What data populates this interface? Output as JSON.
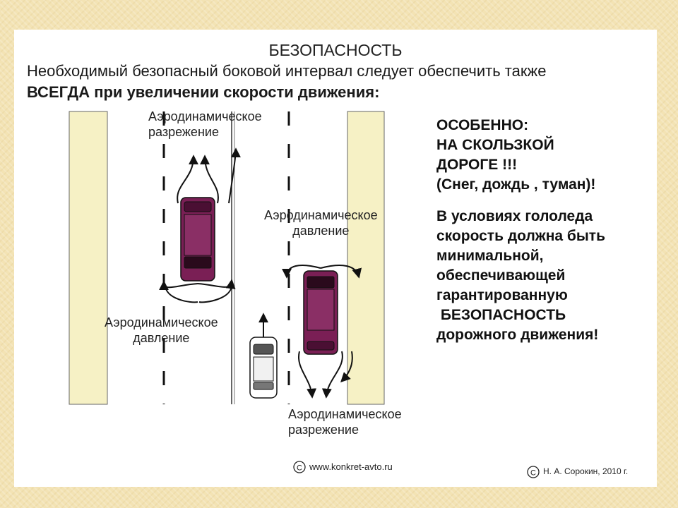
{
  "title": "БЕЗОПАСНОСТЬ",
  "intro": {
    "line1": "Необходимый безопасный боковой интервал следует обеспечить также",
    "line2": "ВСЕГДА  при увеличении скорости движения:"
  },
  "right_text": {
    "p1": [
      "ОСОБЕННО:",
      "НА СКОЛЬЗКОЙ",
      "ДОРОГЕ !!!",
      "(Снег, дождь , туман)!"
    ],
    "p2": [
      "В условиях гололеда",
      "скорость должна быть",
      "минимальной,",
      "обеспечивающей",
      "гарантированную",
      " БЕЗОПАСНОСТЬ",
      "дорожного движения!"
    ]
  },
  "labels": {
    "rarefaction_top": [
      "Аэродинамическое",
      "разрежение"
    ],
    "pressure_mid": [
      "Аэродинамическое",
      "давление"
    ],
    "pressure_left": [
      "Аэродинамическое",
      "давление"
    ],
    "rarefaction_bottom": [
      "Аэродинамическое",
      "разрежение"
    ]
  },
  "footer": {
    "website": "www.konkret-avto.ru",
    "author": "Н. А. Сорокин, 2010 г."
  },
  "colors": {
    "road_shoulder": "#f6f1c5",
    "car_body": "#7a1f55",
    "small_car": "#ffffff",
    "background": "#f3e3b4"
  },
  "icons": [
    "copyright-icon"
  ]
}
